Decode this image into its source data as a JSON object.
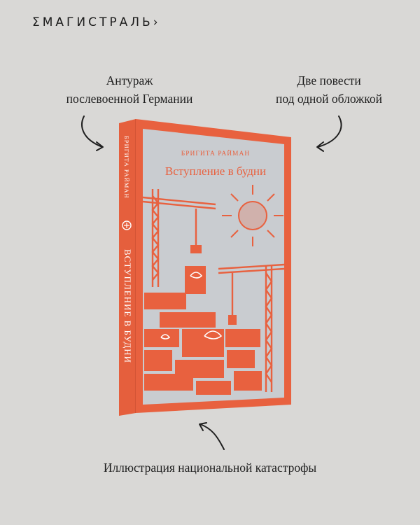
{
  "brand": {
    "logo_text": "ΣМАГИСТРАЛЬ›"
  },
  "captions": {
    "top_left": [
      "Антураж",
      "послевоенной Германии"
    ],
    "top_right": [
      "Две повести",
      "под одной обложкой"
    ],
    "bottom": "Иллюстрация национальной катастрофы"
  },
  "book": {
    "author": "БРИГИТА РАЙМАН",
    "title": "Вступление в будни",
    "spine_author": "БРИГИТА РАЙМАН",
    "spine_title": "ВСТУПЛЕНИЕ В БУДНИ"
  },
  "colors": {
    "background": "#d9d8d6",
    "accent": "#e8613f",
    "cover_inner": "#c9ccd0"
  },
  "icons": [
    "arrow-icon",
    "sun-icon",
    "crane-icon",
    "dove-icon",
    "publisher-logo-icon"
  ]
}
